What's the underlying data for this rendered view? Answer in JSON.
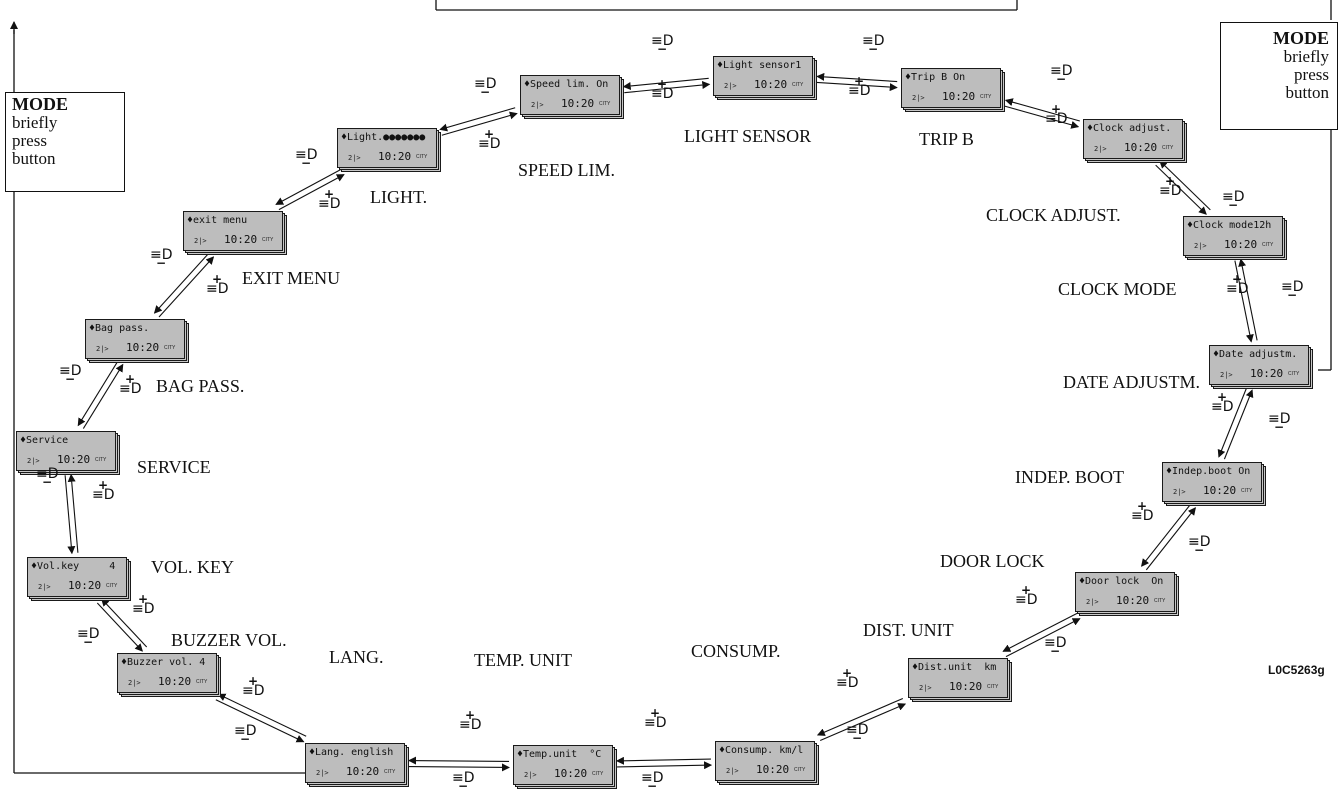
{
  "mode_left": {
    "title": "MODE",
    "lines": [
      "briefly",
      "press",
      "button"
    ]
  },
  "mode_right": {
    "title": "MODE",
    "lines": [
      "briefly",
      "press",
      "button"
    ]
  },
  "reference_code": "L0C5263g",
  "lcd_common": {
    "left_symbol": "2|>",
    "time": "10:20",
    "unit": "CITY"
  },
  "nodes": [
    {
      "id": "light",
      "lcd": "♦Light.●●●●●●●",
      "caption": "LIGHT."
    },
    {
      "id": "speed-lim",
      "lcd": "♦Speed lim. On",
      "caption": "SPEED LIM."
    },
    {
      "id": "light-sensor",
      "lcd": "♦Light sensor1",
      "caption": "LIGHT SENSOR"
    },
    {
      "id": "trip-b",
      "lcd": "♦Trip B On",
      "caption": "TRIP B"
    },
    {
      "id": "clock-adjust",
      "lcd": "♦Clock adjust.",
      "caption": "CLOCK ADJUST."
    },
    {
      "id": "clock-mode",
      "lcd": "♦Clock mode12h",
      "caption": "CLOCK MODE"
    },
    {
      "id": "date-adjust",
      "lcd": "♦Date adjustm.",
      "caption": "DATE ADJUSTM."
    },
    {
      "id": "indep-boot",
      "lcd": "♦Indep.boot On",
      "caption": "INDEP. BOOT"
    },
    {
      "id": "door-lock",
      "lcd": "♦Door lock  On",
      "caption": "DOOR LOCK"
    },
    {
      "id": "dist-unit",
      "lcd": "♦Dist.unit  km",
      "caption": "DIST. UNIT"
    },
    {
      "id": "consump",
      "lcd": "♦Consump. km/l",
      "caption": "CONSUMP."
    },
    {
      "id": "temp-unit",
      "lcd": "♦Temp.unit  °C",
      "caption": "TEMP. UNIT"
    },
    {
      "id": "lang",
      "lcd": "♦Lang. english",
      "caption": "LANG."
    },
    {
      "id": "buzzer-vol",
      "lcd": "♦Buzzer vol. 4",
      "caption": "BUZZER VOL."
    },
    {
      "id": "vol-key",
      "lcd": "♦Vol.key     4",
      "caption": "VOL. KEY"
    },
    {
      "id": "service",
      "lcd": "♦Service",
      "caption": "SERVICE"
    },
    {
      "id": "bag-pass",
      "lcd": "♦Bag pass.",
      "caption": "BAG PASS."
    },
    {
      "id": "exit-menu",
      "lcd": "♦exit menu",
      "caption": "EXIT MENU"
    }
  ],
  "buttons": {
    "plus": "+",
    "minus": "−",
    "glyph": "≡D"
  }
}
